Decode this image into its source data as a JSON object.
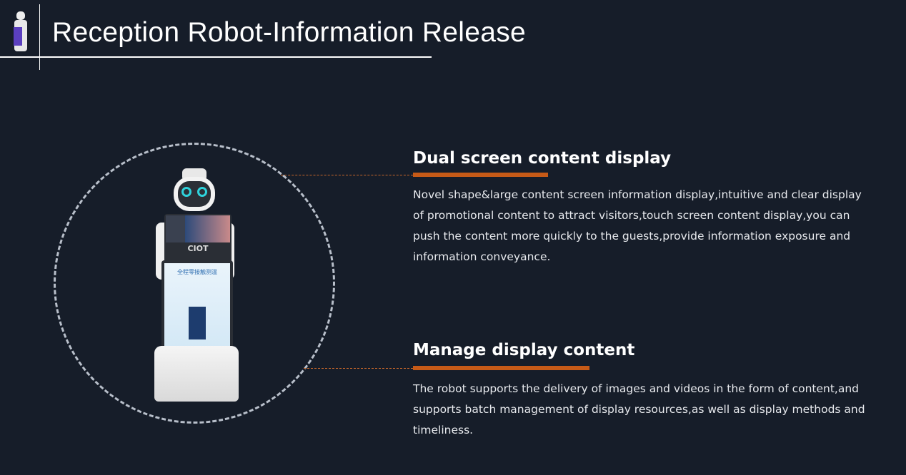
{
  "header": {
    "title": "Reception Robot-Information Release",
    "logo_icon": "robot-icon"
  },
  "robot_image": {
    "logo_text": "CIOT",
    "screen_text": "全程零接触测温"
  },
  "features": [
    {
      "heading": "Dual screen content display",
      "body": "Novel shape&large content screen information display,intuitive and clear display of promotional content to attract visitors,touch screen content display,you can push the content more quickly to the guests,provide information exposure and information conveyance."
    },
    {
      "heading": "Manage display content",
      "body": "The robot supports the delivery of images and videos in the form of content,and supports batch management of display resources,as well as display methods and timeliness."
    }
  ],
  "colors": {
    "background": "#161d29",
    "accent": "#c65a17",
    "text": "#ffffff"
  }
}
